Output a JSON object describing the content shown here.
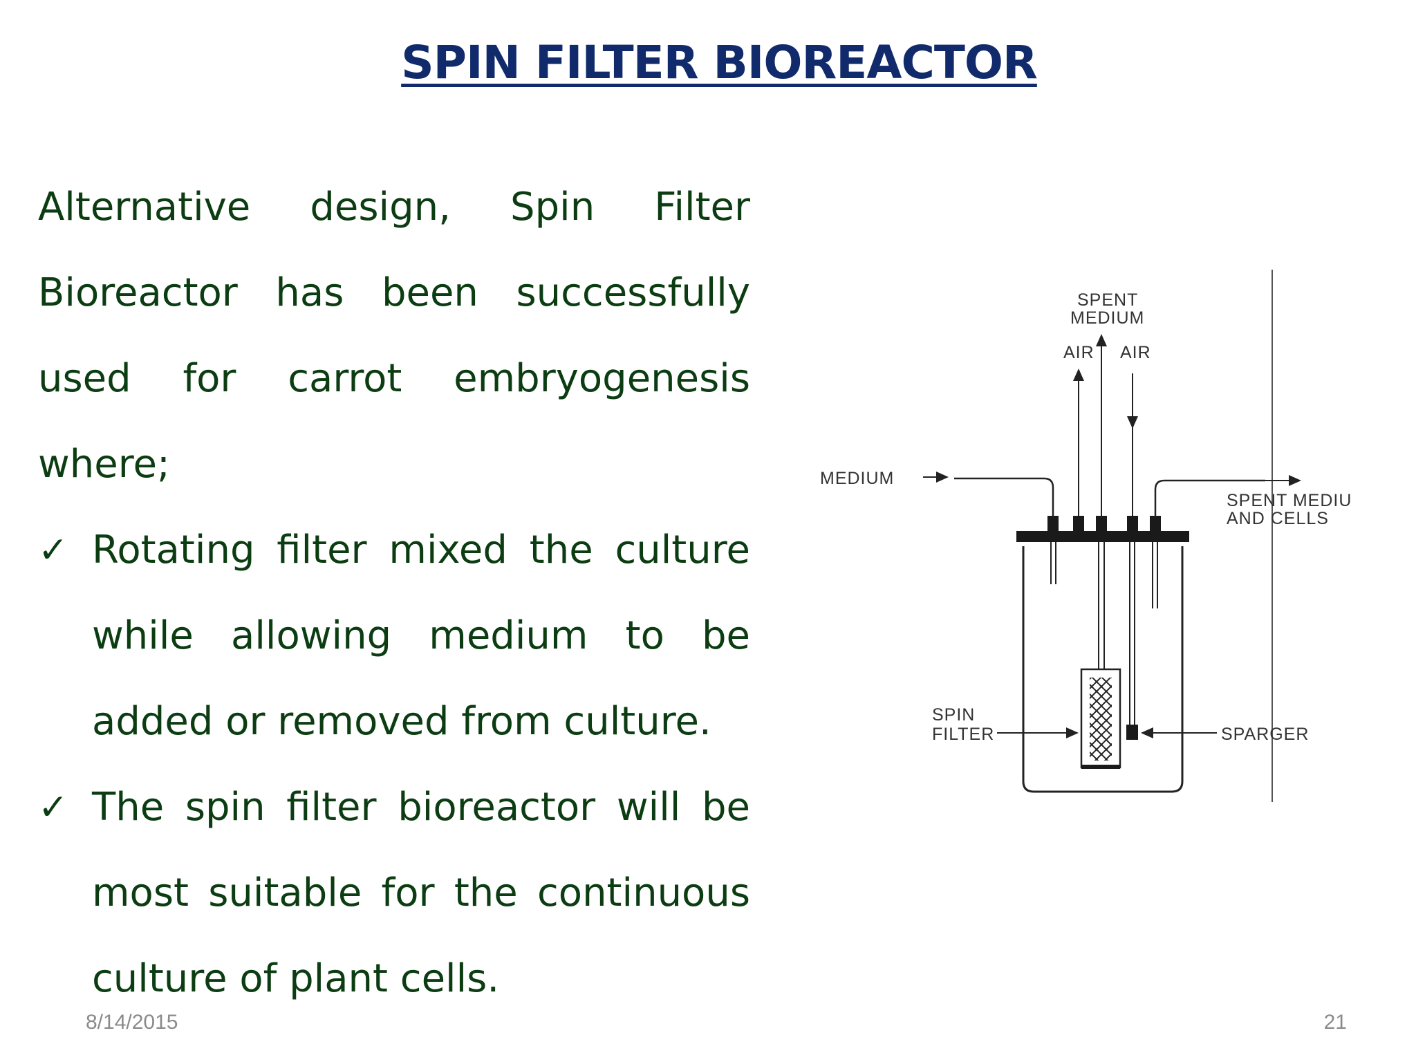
{
  "title": "SPIN FILTER BIOREACTOR",
  "intro": "Alternative design, Spin Filter Bioreactor has been successfully used for carrot embryogenesis where;",
  "bullets": [
    "Rotating filter mixed the culture while allowing medium to be added or removed from culture.",
    "The spin filter bioreactor will be most suitable for the continuous culture of plant cells."
  ],
  "bullet_icon": "check-icon",
  "diagram": {
    "labels": {
      "spent_medium_1": "SPENT",
      "spent_medium_2": "MEDIUM",
      "air_left": "AIR",
      "air_right": "AIR",
      "medium": "MEDIUM",
      "spent_cells_1": "SPENT MEDIU",
      "spent_cells_2": "AND CELLS",
      "spin_filter_1": "SPIN",
      "spin_filter_2": "FILTER",
      "sparger": "SPARGER"
    }
  },
  "footer": {
    "date": "8/14/2015",
    "page": "21"
  },
  "colors": {
    "title": "#102a6b",
    "body_text": "#0c3d12",
    "footer_text": "#8a8a8a"
  }
}
